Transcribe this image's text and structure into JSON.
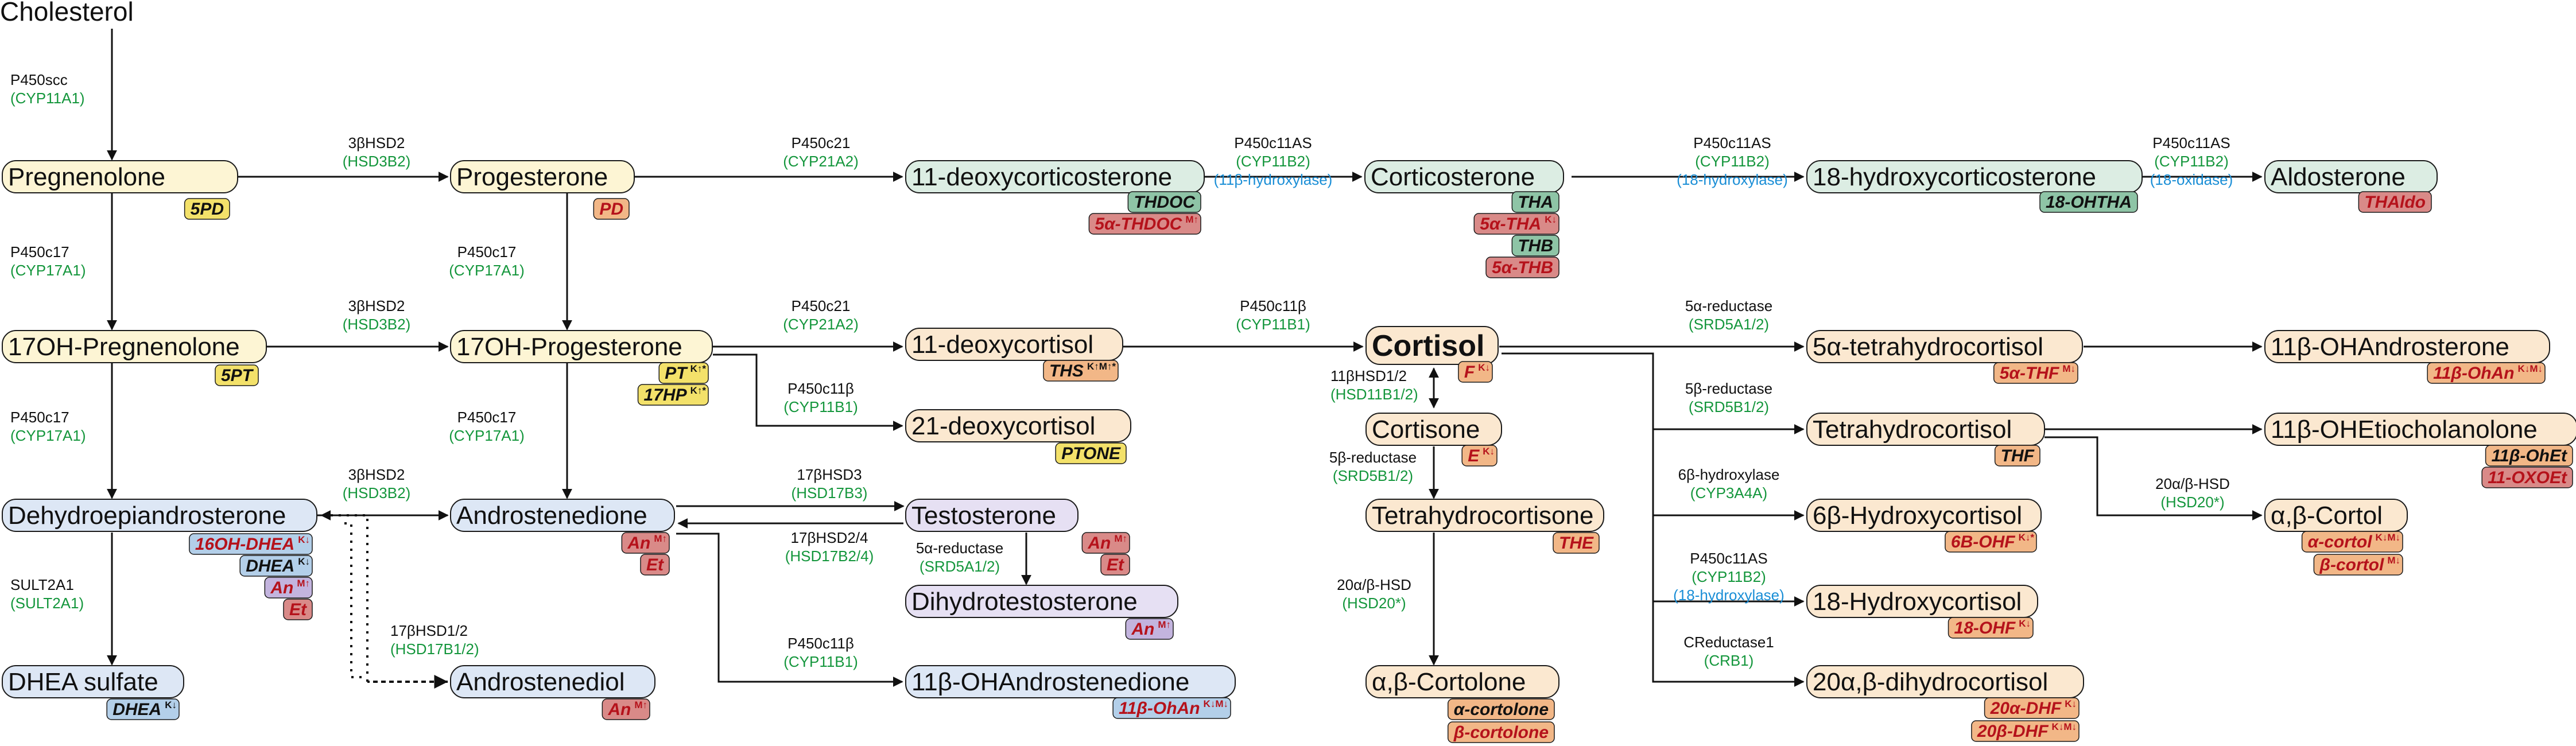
{
  "title": "Cholesterol",
  "colors": {
    "yellow": "#fdf5d4",
    "blue": "#dde7f5",
    "green": "#dcede3",
    "orange": "#fbe8d0",
    "lavender": "#e6e0f3",
    "tagYellow": "#f3e16a",
    "tagGreen": "#8ec4a6",
    "tagBlue": "#b3cfe9",
    "tagRed": "#d98a88",
    "tagOrange": "#f2b787",
    "tagLavender": "#c3b4de",
    "geneGreen": "#14963c",
    "noteBlue": "#1a8ed6",
    "metaboliteRed": "#b5121b"
  },
  "nodes": {
    "pregnenolone": "Pregnenolone",
    "oh17_pregnenolone": "17OH-Pregnenolone",
    "dhea": "Dehydroepiandrosterone",
    "dhea_sulfate": "DHEA sulfate",
    "progesterone": "Progesterone",
    "oh17_progesterone": "17OH-Progesterone",
    "androstenedione": "Androstenedione",
    "androstenediol": "Androstenediol",
    "deoxycorticosterone": "11-deoxycorticosterone",
    "deoxycortisol11": "11-deoxycortisol",
    "deoxycortisol21": "21-deoxycortisol",
    "testosterone": "Testosterone",
    "dht": "Dihydrotestosterone",
    "oh11_androstenedione": "11β-OHAndrostenedione",
    "corticosterone": "Corticosterone",
    "cortisol": "Cortisol",
    "cortisone": "Cortisone",
    "tetrahydrocortisone": "Tetrahydrocortisone",
    "cortolone": "α,β-Cortolone",
    "oh18_corticosterone": "18-hydroxycorticosterone",
    "aldosterone": "Aldosterone",
    "tetrahydrocortisol_5a": "5α-tetrahydrocortisol",
    "tetrahydrocortisol": "Tetrahydrocortisol",
    "hydroxycortisol_6b": "6β-Hydroxycortisol",
    "hydroxycortisol_18": "18-Hydroxycortisol",
    "dihydrocortisol_20": "20α,β-dihydrocortisol",
    "oh_androsterone": "11β-OHAndrosterone",
    "oh_etiocholanolone": "11β-OHEtiocholanolone",
    "cortol": "α,β-Cortol"
  },
  "enzymes": {
    "e1": {
      "name": "P450scc",
      "gene": "CYP11A1"
    },
    "e2": {
      "name": "3βHSD2",
      "gene": "HSD3B2"
    },
    "e3": {
      "name": "P450c17",
      "gene": "CYP17A1"
    },
    "e4": {
      "name": "3βHSD2",
      "gene": "HSD3B2"
    },
    "e5": {
      "name": "P450c17",
      "gene": "CYP17A1"
    },
    "e6": {
      "name": "P450c17",
      "gene": "CYP17A1"
    },
    "e7": {
      "name": "3βHSD2",
      "gene": "HSD3B2"
    },
    "e8": {
      "name": "P450c17",
      "gene": "CYP17A1"
    },
    "e9": {
      "name": "SULT2A1",
      "gene": "SULT2A1"
    },
    "e10": {
      "name": "17βHSD1/2",
      "gene": "HSD17B1/2"
    },
    "e11": {
      "name": "P450c21",
      "gene": "CYP21A2"
    },
    "e12": {
      "name": "P450c21",
      "gene": "CYP21A2"
    },
    "e13": {
      "name": "P450c11β",
      "gene": "CYP11B1"
    },
    "e14": {
      "name": "17βHSD3",
      "gene": "HSD17B3"
    },
    "e15": {
      "name": "17βHSD2/4",
      "gene": "HSD17B2/4"
    },
    "e16": {
      "name": "5α-reductase",
      "gene": "SRD5A1/2"
    },
    "e17": {
      "name": "P450c11β",
      "gene": "CYP11B1"
    },
    "e18": {
      "name": "P450c11AS",
      "gene": "CYP11B2",
      "note": "(11β-hydroxylase)"
    },
    "e19": {
      "name": "P450c11β",
      "gene": "CYP11B1"
    },
    "e20": {
      "name": "11βHSD1/2",
      "gene": "HSD11B1/2"
    },
    "e21": {
      "name": "5β-reductase",
      "gene": "SRD5B1/2"
    },
    "e22": {
      "name": "20α/β-HSD",
      "gene": "HSD20*"
    },
    "e23": {
      "name": "P450c11AS",
      "gene": "CYP11B2",
      "note": "(18-hydroxylase)"
    },
    "e24": {
      "name": "P450c11AS",
      "gene": "CYP11B2",
      "note": "(18-oxidase)"
    },
    "e25": {
      "name": "5α-reductase",
      "gene": "SRD5A1/2"
    },
    "e26": {
      "name": "5β-reductase",
      "gene": "SRD5B1/2"
    },
    "e27": {
      "name": "6β-hydroxylase",
      "gene": "CYP3A4A"
    },
    "e28": {
      "name": "P450c11AS",
      "gene": "CYP11B2",
      "note": "(18-hydroxylase)"
    },
    "e29": {
      "name": "CReductase1",
      "gene": "CRB1"
    },
    "e30": {
      "name": "20α/β-HSD",
      "gene": "HSD20*"
    }
  },
  "tags": {
    "t_5pd": {
      "text": "5PD"
    },
    "t_5pt": {
      "text": "5PT"
    },
    "t_16ohdhea": {
      "text": "16OH-DHEA",
      "sup": "K↓"
    },
    "t_dhea1": {
      "text": "DHEA",
      "sup": "K↓"
    },
    "t_an_dhea": {
      "text": "An",
      "sup": "M↑"
    },
    "t_et_dhea": {
      "text": "Et"
    },
    "t_dhea_s": {
      "text": "DHEA",
      "sup": "K↓"
    },
    "t_pd": {
      "text": "PD"
    },
    "t_pt": {
      "text": "PT",
      "sup": "K↑*"
    },
    "t_17hp": {
      "text": "17HP",
      "sup": "K↑*"
    },
    "t_an_andro": {
      "text": "An",
      "sup": "M↑"
    },
    "t_et_andro": {
      "text": "Et"
    },
    "t_an_diol": {
      "text": "An",
      "sup": "M↑"
    },
    "t_thdoc": {
      "text": "THDOC"
    },
    "t_5athdoc": {
      "text": "5α-THDOC",
      "sup": "M↑"
    },
    "t_ths": {
      "text": "THS",
      "sup": "K↑M↑*"
    },
    "t_ptone": {
      "text": "PTONE"
    },
    "t_an_testo": {
      "text": "An",
      "sup": "M↑"
    },
    "t_et_testo": {
      "text": "Et"
    },
    "t_an_dht": {
      "text": "An",
      "sup": "M↑"
    },
    "t_11bohan": {
      "text": "11β-OhAn",
      "sup": "K↓M↓"
    },
    "t_tha": {
      "text": "THA"
    },
    "t_5atha": {
      "text": "5α-THA",
      "sup": "K↓"
    },
    "t_thb": {
      "text": "THB"
    },
    "t_5athb": {
      "text": "5α-THB"
    },
    "t_f": {
      "text": "F",
      "sup": "K↓"
    },
    "t_e": {
      "text": "E",
      "sup": "K↓"
    },
    "t_the": {
      "text": "THE"
    },
    "t_acortolone": {
      "text": "α-cortolone"
    },
    "t_bcortolone": {
      "text": "β-cortolone"
    },
    "t_18ohtha": {
      "text": "18-OHTHA"
    },
    "t_thaldo": {
      "text": "THAldo"
    },
    "t_5athf": {
      "text": "5α-THF",
      "sup": "M↓"
    },
    "t_thf": {
      "text": "THF"
    },
    "t_6bohf": {
      "text": "6B-OHF",
      "sup": "K↓*"
    },
    "t_18ohf": {
      "text": "18-OHF",
      "sup": "K↓"
    },
    "t_20adhf": {
      "text": "20α-DHF",
      "sup": "K↓"
    },
    "t_20bdhf": {
      "text": "20β-DHF",
      "sup": "K↓M↓"
    },
    "t_11bohan2": {
      "text": "11β-OhAn",
      "sup": "K↓M↓"
    },
    "t_11bohet": {
      "text": "11β-OhEt"
    },
    "t_11oxoet": {
      "text": "11-OXOEt"
    },
    "t_acortol": {
      "text": "α-cortol",
      "sup": "K↓M↓"
    },
    "t_bcortol": {
      "text": "β-cortol",
      "sup": "M↓"
    }
  }
}
